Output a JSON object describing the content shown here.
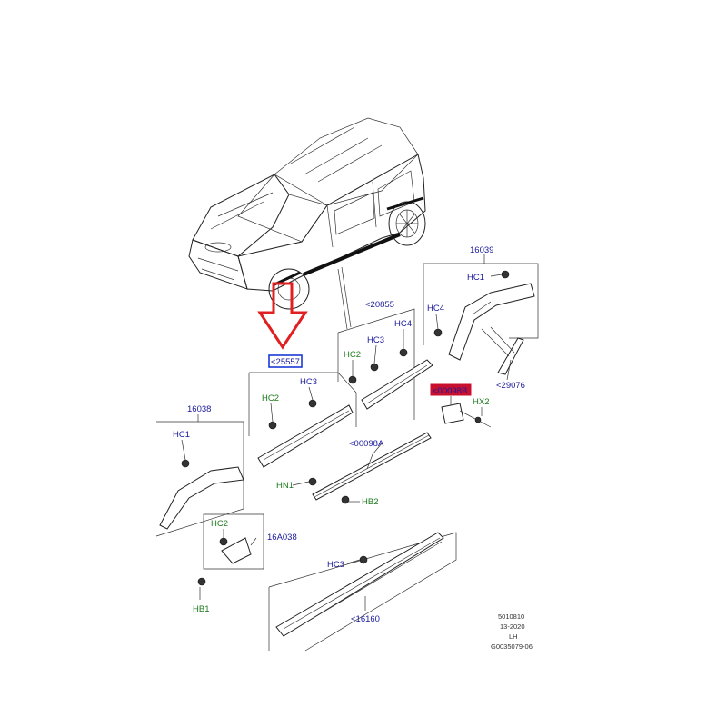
{
  "callouts": {
    "part_16039": "16039",
    "part_20855": "<20855",
    "part_25557": "<25557",
    "part_00098_top": "<00098B",
    "part_16038": "16038",
    "part_00098a": "<00098A",
    "part_16a038": "16A038",
    "part_16160": "<16160",
    "part_29076": "<29076"
  },
  "fasteners": {
    "hc1_right": "HC1",
    "hc4_right": "HC4",
    "hc4_mid": "HC4",
    "hc3_mid": "HC3",
    "hc2_mid": "HC2",
    "hc3_left": "HC3",
    "hc2_left": "HC2",
    "hc1_left": "HC1",
    "hx2": "HX2",
    "hn1": "HN1",
    "hb2": "HB2",
    "hc2_bottom": "HC2",
    "hb1": "HB1",
    "hc3_bottom": "HC3"
  },
  "footer": {
    "line1": "5010810",
    "line2": "13-2020",
    "line3": "LH",
    "line4": "G0035079-06"
  },
  "colors": {
    "highlight_blue": "#1a3ad6",
    "highlight_red": "#c8102e",
    "arrow_red": "#e02020",
    "label_blue": "#1a1a9c",
    "label_green": "#1e7a1e"
  },
  "icons": {
    "pointer_arrow": "down-arrow-outline-icon"
  }
}
